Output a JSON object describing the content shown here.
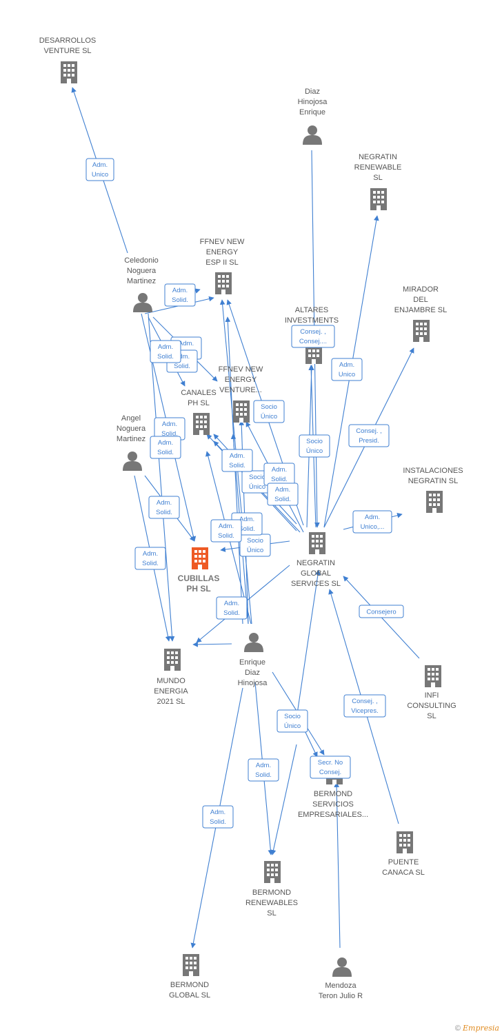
{
  "colors": {
    "edge": "#3f7fd1",
    "company": "#777777",
    "focus": "#ee5a24",
    "person": "#777777"
  },
  "nodes": [
    {
      "id": "desarrollos",
      "kind": "company",
      "label": [
        "DESARROLLOS",
        "VENTURE  SL"
      ]
    },
    {
      "id": "diaz",
      "kind": "person",
      "label": [
        "Diaz",
        "Hinojosa",
        "Enrique"
      ]
    },
    {
      "id": "negratin_renew",
      "kind": "company",
      "label": [
        "NEGRATIN",
        "RENEWABLE",
        "SL"
      ]
    },
    {
      "id": "ffnev_esp",
      "kind": "company",
      "label": [
        "FFNEV NEW",
        "ENERGY",
        "ESP II  SL"
      ]
    },
    {
      "id": "celedonio",
      "kind": "person",
      "label": [
        "Celedonio",
        "Noguera",
        "Martinez"
      ]
    },
    {
      "id": "mirador",
      "kind": "company",
      "label": [
        "MIRADOR",
        "DEL",
        "ENJAMBRE SL"
      ]
    },
    {
      "id": "altares",
      "kind": "company",
      "label": [
        "ALTARES",
        "INVESTMENTS"
      ]
    },
    {
      "id": "ffnev_venture",
      "kind": "company",
      "label": [
        "FFNEV NEW",
        "ENERGY",
        "VENTURE..."
      ]
    },
    {
      "id": "canales",
      "kind": "company",
      "label": [
        "CANALES",
        "PH  SL"
      ]
    },
    {
      "id": "angel",
      "kind": "person",
      "label": [
        "Angel",
        "Noguera",
        "Martinez"
      ]
    },
    {
      "id": "instalaciones",
      "kind": "company",
      "label": [
        "INSTALACIONES",
        "NEGRATIN SL"
      ]
    },
    {
      "id": "negratin_global",
      "kind": "company",
      "label": [
        "NEGRATIN",
        "GLOBAL",
        "SERVICES  SL"
      ]
    },
    {
      "id": "cubillas",
      "kind": "focus",
      "label": [
        "CUBILLAS",
        "PH  SL"
      ]
    },
    {
      "id": "mundo",
      "kind": "company",
      "label": [
        "MUNDO",
        "ENERGIA",
        "2021  SL"
      ]
    },
    {
      "id": "enrique",
      "kind": "person",
      "label": [
        "Enrique",
        "Diaz",
        "Hinojosa"
      ]
    },
    {
      "id": "infi",
      "kind": "company",
      "label": [
        "INFI",
        "CONSULTING",
        "SL"
      ]
    },
    {
      "id": "bermond_serv",
      "kind": "company",
      "label": [
        "BERMOND",
        "SERVICIOS",
        "EMPRESARIALES..."
      ]
    },
    {
      "id": "puente",
      "kind": "company",
      "label": [
        "PUENTE",
        "CANACA SL"
      ]
    },
    {
      "id": "bermond_renew",
      "kind": "company",
      "label": [
        "BERMOND",
        "RENEWABLES",
        "SL"
      ]
    },
    {
      "id": "bermond_global",
      "kind": "company",
      "label": [
        "BERMOND",
        "GLOBAL  SL"
      ]
    },
    {
      "id": "mendoza",
      "kind": "person",
      "label": [
        "Mendoza",
        "Teron Julio R"
      ]
    }
  ],
  "edge_labels": [
    [
      "Adm.",
      "Unico"
    ],
    [
      "Adm.",
      "Solid."
    ],
    [
      "Adm.",
      "Solid."
    ],
    [
      "Adm.",
      "Solid."
    ],
    [
      "Adm.",
      "Solid."
    ],
    [
      "Adm.",
      "Solid."
    ],
    [
      "Adm.",
      "Solid."
    ],
    [
      "Adm.",
      "Solid."
    ],
    [
      "Adm.",
      "Solid."
    ],
    [
      "Consej. ,",
      "Consej...."
    ],
    [
      "Adm.",
      "Unico"
    ],
    [
      "Consej. ,",
      "Presid."
    ],
    [
      "Socio",
      "Único"
    ],
    [
      "Socio",
      "Único"
    ],
    [
      "Socio",
      "Único"
    ],
    [
      "Adm.",
      "Solid."
    ],
    [
      "Adm.",
      "Solid."
    ],
    [
      "Adm.",
      "Solid."
    ],
    [
      "Socio",
      "Único"
    ],
    [
      "Adm.",
      "Unico,..."
    ],
    [
      "Adm.",
      "Solid."
    ],
    [
      "Adm.",
      "Solid."
    ],
    [
      "Adm.",
      "Solid."
    ],
    [
      "Consejero"
    ],
    [
      "Consej. ,",
      "Vicepres."
    ],
    [
      "Socio",
      "Único"
    ],
    [
      "Secr.  No",
      "Consej."
    ],
    [
      "Adm.",
      "Solid."
    ],
    [
      "Adm.",
      "Solid."
    ]
  ],
  "brand": {
    "symbol": "©",
    "name": "Empresia"
  }
}
